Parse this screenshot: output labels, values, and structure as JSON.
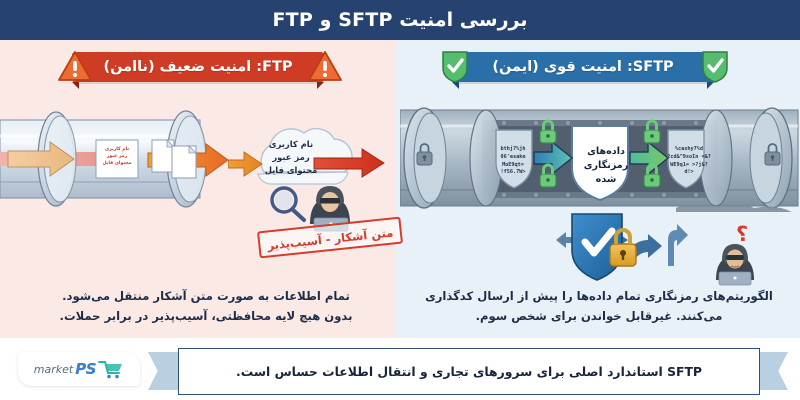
{
  "header": {
    "title": "بررسی امنیت SFTP و FTP"
  },
  "panels": {
    "left": {
      "banner_label": "FTP: امنیت ضعیف (ناامن)",
      "banner_color": "#cf3c26",
      "background_color": "#fbe9e6",
      "warning_icon": "warning-triangle-icon",
      "pipe_document_text": "نام کاربری\nرمز عبور\nمحتوای فایل",
      "pipe_document_line1": "نام کاربری",
      "pipe_document_line2": "رمز عبور",
      "pipe_document_line3": "محتوای فایل",
      "cloud_line1": "نام کاربری",
      "cloud_line2": "رمز عبور",
      "cloud_line3": "محتوای فایل",
      "stamp_label": "متن آشکار - آسیب‌پذیر",
      "stamp_color": "#d63b2b",
      "caption_line1": "تمام اطلاعات به صورت متن آشکار منتقل می‌شود.",
      "caption_line2": "بدون هیچ لایه محافظتی، آسیب‌پذیر در برابر حملات."
    },
    "right": {
      "banner_label": "SFTP: امنیت قوی (ایمن)",
      "banner_color": "#2b6fa8",
      "background_color": "#e8f1f8",
      "shield_icon": "shield-check-icon",
      "encrypted_label_line1": "داده‌های",
      "encrypted_label_line2": "رمزنگاری",
      "encrypted_label_line3": "شده",
      "cipher_left": "bthj7%jh\n06'esake\nMoE9qt=\n!f56.7W>",
      "cipher_right": "%cashy7%d\n2cd&^9soIn\n=&?WE9q1=\n>?j&?d!>",
      "lock_icon": "padlock-icon",
      "question_icon": "question-mark-icon",
      "caption_line1": "الگوریتم‌های رمزنگاری تمام داده‌ها را پیش از ارسال کدگذاری",
      "caption_line2": "می‌کنند. غیرقابل خواندن برای شخص سوم."
    }
  },
  "footer": {
    "ribbon_text": "SFTP استاندارد اصلی برای سرورهای تجاری و انتقال اطلاعات حساس است.",
    "logo_name": "PS",
    "logo_sub": "market",
    "logo_icon": "shopping-cart-icon"
  }
}
